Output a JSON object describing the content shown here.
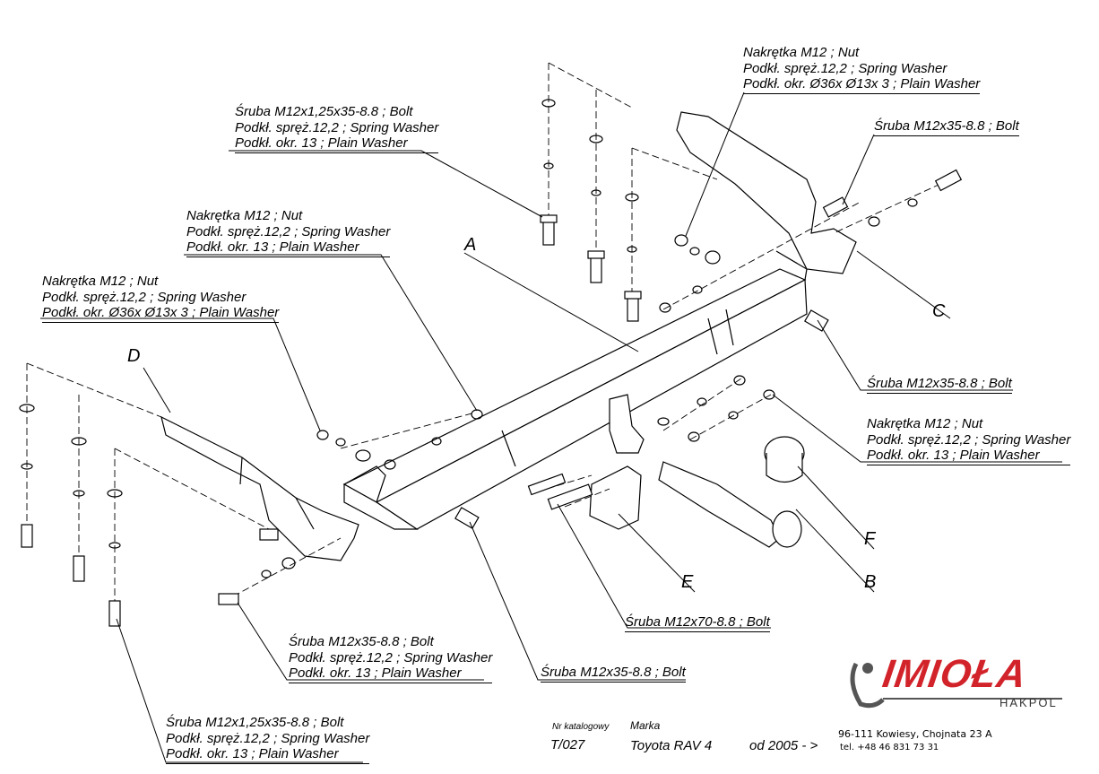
{
  "callouts": {
    "top_left_bolt": [
      "Śruba M12x1,25x35-8.8 ;  Bolt",
      "Podkł. spręż.12,2 ; Spring Washer",
      "Podkł. okr. 13 ; Plain Washer"
    ],
    "top_right_nut": [
      "Nakrętka  M12 ; Nut",
      "Podkł. spręż.12,2 ; Spring Washer",
      "Podkł. okr.  Ø36x Ø13x 3 ; Plain Washer"
    ],
    "right_bolt_top": [
      "Śruba M12x35-8.8 ;  Bolt"
    ],
    "mid_left_nut": [
      "Nakrętka  M12 ; Nut",
      "Podkł. spręż.12,2 ; Spring Washer",
      "Podkł. okr. 13 ; Plain Washer"
    ],
    "left_nut": [
      "Nakrętka  M12 ; Nut",
      "Podkł. spręż.12,2 ; Spring Washer",
      "Podkł. okr.  Ø36x Ø13x 3 ; Plain Washer"
    ],
    "right_bolt_mid": [
      "Śruba M12x35-8.8 ;  Bolt"
    ],
    "right_nut": [
      "Nakrętka  M12 ; Nut",
      "Podkł. spręż.12,2 ; Spring Washer",
      "Podkł. okr. 13 ; Plain Washer"
    ],
    "bolt_70": [
      "Śruba M12x70-8.8 ;  Bolt"
    ],
    "bottom_bolt_mid": [
      "Śruba M12x35-8.8 ;  Bolt",
      "Podkł. spręż.12,2 ; Spring Washer",
      "Podkł. okr. 13 ; Plain Washer"
    ],
    "bottom_bolt_center": [
      "Śruba M12x35-8.8 ;  Bolt"
    ],
    "bottom_left_bolt": [
      "Śruba M12x1,25x35-8.8 ;  Bolt",
      "Podkł. spręż.12,2 ; Spring Washer",
      "Podkł. okr. 13 ; Plain Washer"
    ]
  },
  "letters": {
    "A": "A",
    "B": "B",
    "C": "C",
    "D": "D",
    "E": "E",
    "F": "F"
  },
  "footer": {
    "catalog_label": "Nr katalogowy",
    "catalog_value": "T/027",
    "brand_label": "Marka",
    "brand_value": "Toyota RAV 4",
    "from_value": "od 2005 - >",
    "address": "96-111 Kowiesy, Chojnata 23 A",
    "phone": "tel. +48 46 831 73 31"
  },
  "logo": {
    "name": "IMIOŁA",
    "sub": "HAKPOL",
    "color": "#d2232a"
  }
}
